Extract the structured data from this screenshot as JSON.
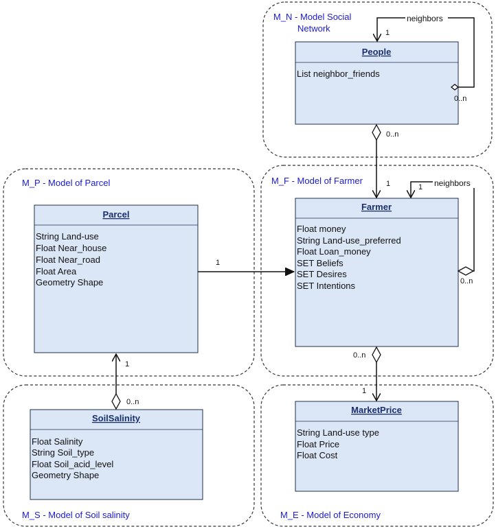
{
  "colors": {
    "class_fill": "#dbe6f6",
    "class_stroke": "#1f2d4d",
    "package_stroke": "#333333",
    "package_title": "#1a1ad0",
    "line": "#111111"
  },
  "packages": {
    "social": {
      "title_line1": "M_N - Model Social",
      "title_line2": "Network"
    },
    "parcel": {
      "title": "M_P -  Model of Parcel"
    },
    "farmer": {
      "title": "M_F - Model of Farmer"
    },
    "soil": {
      "title": "M_S - Model of Soil salinity"
    },
    "economy": {
      "title": "M_E - Model of Economy"
    }
  },
  "classes": {
    "people": {
      "name": "People",
      "attributes": [
        "List neighbor_friends"
      ]
    },
    "parcel": {
      "name": "Parcel",
      "attributes": [
        "String Land-use",
        "Float Near_house",
        "Float Near_road",
        "Float Area",
        "Geometry Shape"
      ]
    },
    "farmer": {
      "name": "Farmer",
      "attributes": [
        "Float money",
        "String Land-use_preferred",
        "Float Loan_money",
        "SET Beliefs",
        "SET Desires",
        "SET Intentions"
      ]
    },
    "soil": {
      "name": "SoilSalinity",
      "attributes": [
        "Float Salinity",
        "String Soil_type",
        "Float Soil_acid_level",
        "Geometry Shape"
      ]
    },
    "market": {
      "name": "MarketPrice",
      "attributes": [
        "String Land-use type",
        "Float Price",
        "Float Cost"
      ]
    }
  },
  "associations": {
    "people_self": {
      "role": "neighbors",
      "mult_end": "1",
      "mult_start": "0..n"
    },
    "people_farmer": {
      "mult_start": "0..n",
      "mult_end": "1"
    },
    "farmer_self": {
      "role": "neighbors",
      "mult_end": "1",
      "mult_start": "0..n"
    },
    "parcel_farmer": {
      "mult_start": "1"
    },
    "farmer_market": {
      "mult_start": "0..n",
      "mult_end": "1"
    },
    "soil_parcel": {
      "mult_start": "0..n",
      "mult_end": "1"
    }
  }
}
